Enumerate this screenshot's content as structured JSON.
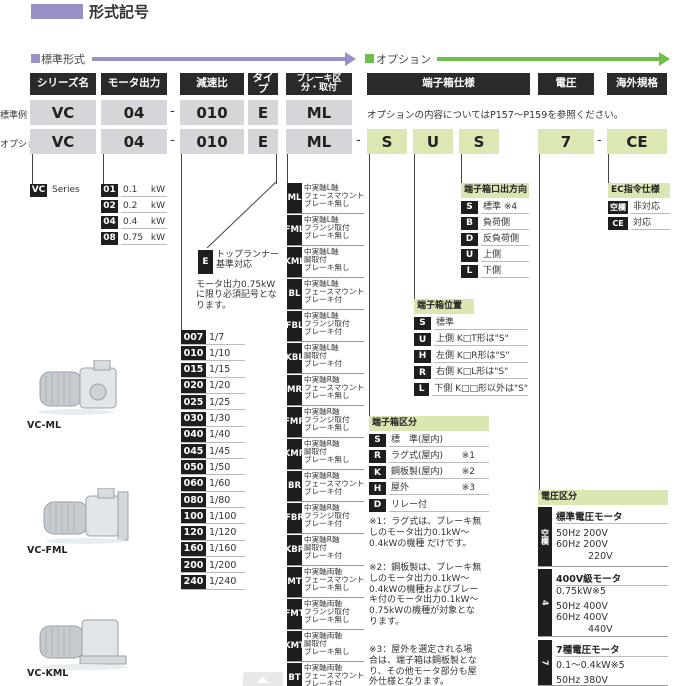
{
  "page": {
    "title": "形式記号"
  },
  "sections": {
    "standard": "標準形式",
    "option": "オプション"
  },
  "colors": {
    "standard_accent": "#9a8fc6",
    "option_accent": "#6cc04a",
    "header_bg": "#2a2a2a",
    "value_bg": "#d6d6da",
    "option_value_bg": "#dce8b4"
  },
  "headers": [
    "シリーズ名",
    "モータ出力",
    "減速比",
    "タイプ",
    "ブレーキ区分・取付",
    "端子箱仕様",
    "電圧",
    "海外規格"
  ],
  "row1": {
    "label": "標準例",
    "values": [
      "VC",
      "04",
      "010",
      "E",
      "ML"
    ],
    "note": "オプションの内容についてはP157〜P159を参照ください。"
  },
  "row2": {
    "label": "オプション例",
    "values": [
      "VC",
      "04",
      "010",
      "E",
      "ML"
    ],
    "opt_values": [
      "S",
      "U",
      "S",
      "7",
      "CE"
    ]
  },
  "series": {
    "code": "VC",
    "name": "Series"
  },
  "outputs": [
    {
      "code": "01",
      "value": "0.1",
      "unit": "kW"
    },
    {
      "code": "02",
      "value": "0.2",
      "unit": "kW"
    },
    {
      "code": "04",
      "value": "0.4",
      "unit": "kW"
    },
    {
      "code": "08",
      "value": "0.75",
      "unit": "kW"
    }
  ],
  "type_e": {
    "code": "E",
    "text": "トップランナー基準対応",
    "note": "モータ出力0.75kWに限り必須記号となります。"
  },
  "ratios": [
    {
      "code": "007",
      "value": "1/7"
    },
    {
      "code": "010",
      "value": "1/10"
    },
    {
      "code": "015",
      "value": "1/15"
    },
    {
      "code": "020",
      "value": "1/20"
    },
    {
      "code": "025",
      "value": "1/25"
    },
    {
      "code": "030",
      "value": "1/30"
    },
    {
      "code": "040",
      "value": "1/40"
    },
    {
      "code": "045",
      "value": "1/45"
    },
    {
      "code": "050",
      "value": "1/50"
    },
    {
      "code": "060",
      "value": "1/60"
    },
    {
      "code": "080",
      "value": "1/80"
    },
    {
      "code": "100",
      "value": "1/100"
    },
    {
      "code": "120",
      "value": "1/120"
    },
    {
      "code": "160",
      "value": "1/160"
    },
    {
      "code": "200",
      "value": "1/200"
    },
    {
      "code": "240",
      "value": "1/240"
    }
  ],
  "brakes": [
    {
      "code": "ML",
      "desc": [
        "中実軸L軸",
        "フェースマウント",
        "ブレーキ無し"
      ]
    },
    {
      "code": "FML",
      "desc": [
        "中実軸L軸",
        "フランジ取付",
        "ブレーキ無し"
      ]
    },
    {
      "code": "KML",
      "desc": [
        "中実軸L軸",
        "脚取付",
        "ブレーキ無し"
      ]
    },
    {
      "code": "BL",
      "desc": [
        "中実軸L軸",
        "フェースマウント",
        "ブレーキ付"
      ]
    },
    {
      "code": "FBL",
      "desc": [
        "中実軸L軸",
        "フランジ取付",
        "ブレーキ付"
      ]
    },
    {
      "code": "KBL",
      "desc": [
        "中実軸L軸",
        "脚取付",
        "ブレーキ付"
      ]
    },
    {
      "code": "MR",
      "desc": [
        "中実軸R軸",
        "フェースマウント",
        "ブレーキ無し"
      ]
    },
    {
      "code": "FMR",
      "desc": [
        "中実軸R軸",
        "フランジ取付",
        "ブレーキ無し"
      ]
    },
    {
      "code": "KMR",
      "desc": [
        "中実軸R軸",
        "脚取付",
        "ブレーキ無し"
      ]
    },
    {
      "code": "BR",
      "desc": [
        "中実軸R軸",
        "フェースマウント",
        "ブレーキ付"
      ]
    },
    {
      "code": "FBR",
      "desc": [
        "中実軸R軸",
        "フランジ取付",
        "ブレーキ付"
      ]
    },
    {
      "code": "KBR",
      "desc": [
        "中実軸R軸",
        "脚取付",
        "ブレーキ付"
      ]
    },
    {
      "code": "MT",
      "desc": [
        "中実軸両軸",
        "フェースマウント",
        "ブレーキ無し"
      ]
    },
    {
      "code": "FMT",
      "desc": [
        "中実軸両軸",
        "フランジ取付",
        "ブレーキ無し"
      ]
    },
    {
      "code": "KMT",
      "desc": [
        "中実軸両軸",
        "脚取付",
        "ブレーキ無し"
      ]
    },
    {
      "code": "BT",
      "desc": [
        "中実軸両軸",
        "フェースマウント",
        "ブレーキ付"
      ]
    }
  ],
  "terminal_dir": {
    "title": "端子箱口出方向",
    "items": [
      {
        "code": "S",
        "text": "標準 ※4"
      },
      {
        "code": "B",
        "text": "負荷側"
      },
      {
        "code": "D",
        "text": "反負荷側"
      },
      {
        "code": "U",
        "text": "上側"
      },
      {
        "code": "L",
        "text": "下側"
      }
    ]
  },
  "terminal_pos": {
    "title": "端子箱位置",
    "items": [
      {
        "code": "S",
        "text": "標準"
      },
      {
        "code": "U",
        "text": "上側 K□T形は\"S\""
      },
      {
        "code": "H",
        "text": "左側 K□R形は\"S\""
      },
      {
        "code": "R",
        "text": "右側 K□L形は\"S\""
      },
      {
        "code": "L",
        "text": "下側 K□□形以外は\"S\""
      }
    ]
  },
  "terminal_class": {
    "title": "端子箱区分",
    "items": [
      {
        "code": "S",
        "text": "標　準(屋内)",
        "mark": ""
      },
      {
        "code": "R",
        "text": "ラグ式(屋内)",
        "mark": "※1"
      },
      {
        "code": "K",
        "text": "鋼板製(屋内)",
        "mark": "※2"
      },
      {
        "code": "H",
        "text": "屋外",
        "mark": "※3"
      },
      {
        "code": "D",
        "text": "リレー付",
        "mark": ""
      }
    ],
    "notes": [
      [
        "※1：ラグ式は、ブレーキ無",
        "しのモータ出力0.1kW〜",
        "0.4kWの機種 だけです。"
      ],
      [
        "※2：鋼板製は、ブレーキ無",
        "しのモータ出力0.1kW〜",
        "0.4kWの機種およびブレー",
        "キ付のモータ出力0.1kW〜",
        "0.75kWの機種が対象とな",
        "ります。"
      ],
      [
        "※3：屋外を選定される場",
        "合は、端子箱は鋼板製とな",
        "り、その他モータ部分も屋",
        "外仕様となります。"
      ]
    ]
  },
  "ec": {
    "title": "EC指令仕様",
    "items": [
      {
        "code": "空欄",
        "text": "非対応"
      },
      {
        "code": "CE",
        "text": "対応"
      }
    ]
  },
  "voltage": {
    "title": "電圧区分",
    "groups": [
      {
        "code": "空欄",
        "name": "標準電圧モータ",
        "sub": "",
        "lines": [
          "50Hz 200V",
          "60Hz 200V",
          "220V"
        ]
      },
      {
        "code": "4",
        "name": "400V級モータ",
        "sub": "0.75kW※5",
        "lines": [
          "50Hz 400V",
          "60Hz 400V",
          "440V"
        ]
      },
      {
        "code": "7",
        "name": "7種電圧モータ",
        "sub": "0.1〜0.4kW※5",
        "lines": [
          "50Hz 380V"
        ]
      }
    ]
  },
  "motors": [
    {
      "label": "VC-ML"
    },
    {
      "label": "VC-FML"
    },
    {
      "label": "VC-KML"
    }
  ]
}
